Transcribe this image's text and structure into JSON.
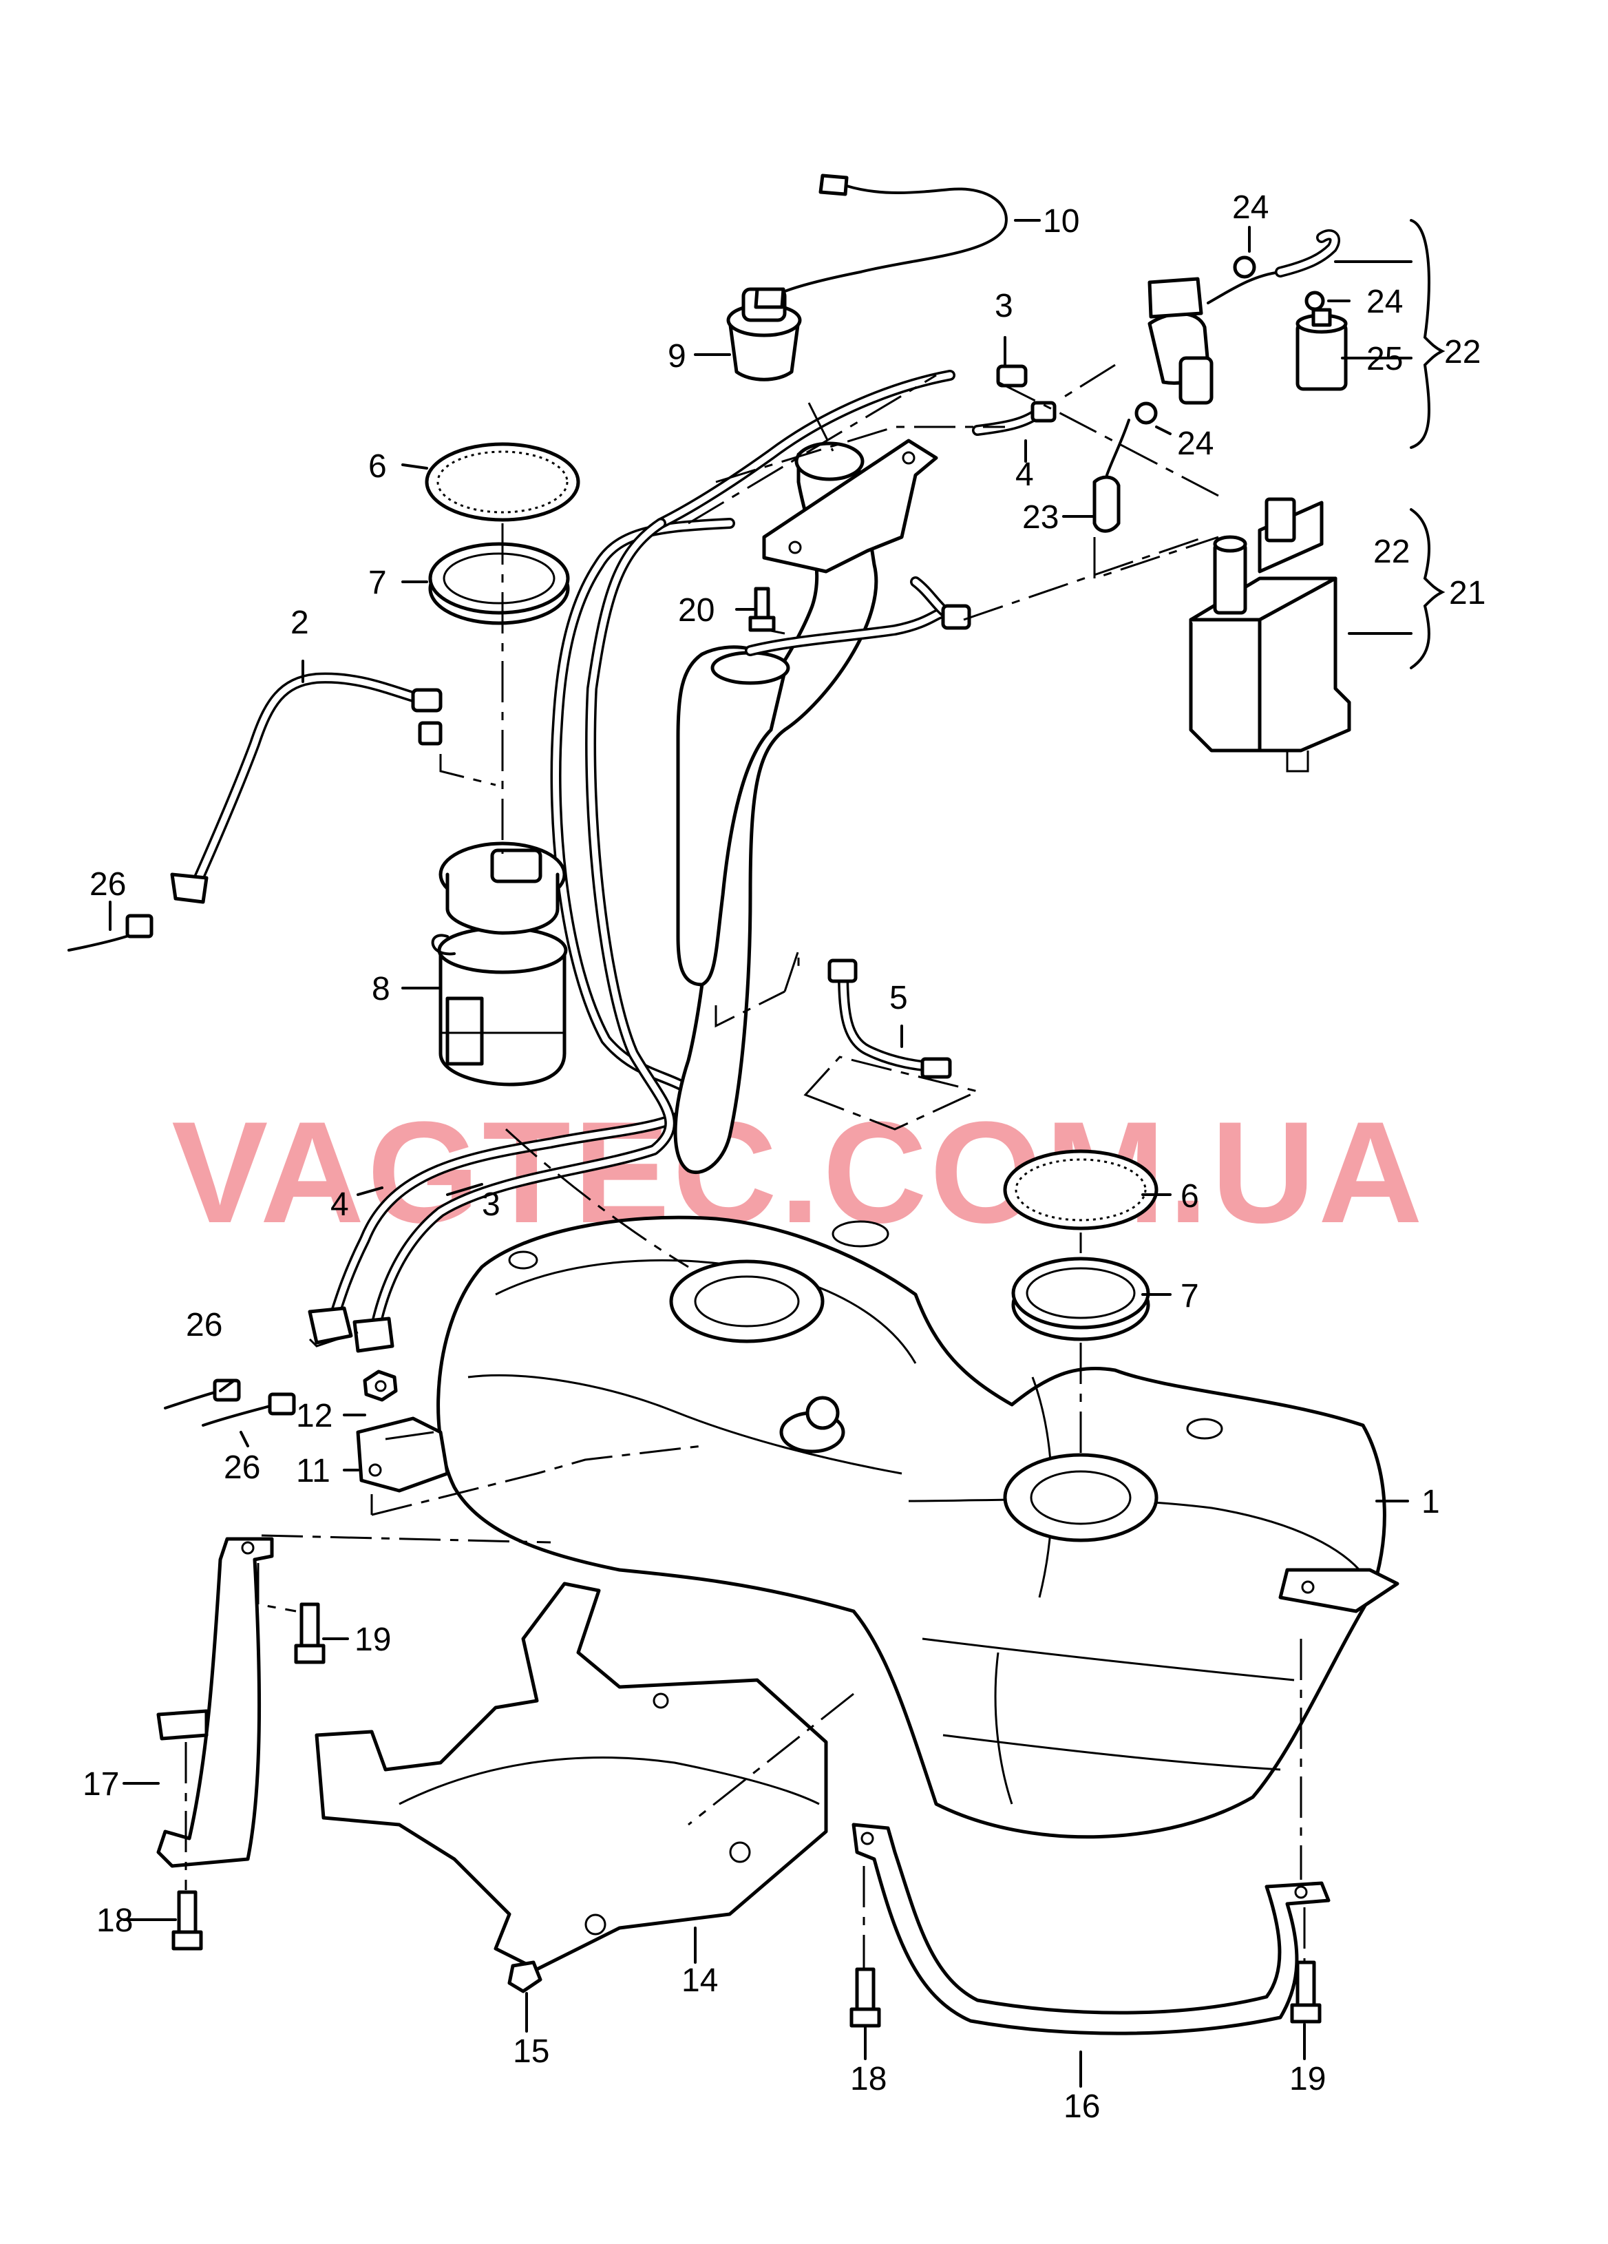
{
  "watermark": "VAGTEC.COM.UA",
  "callouts": {
    "c1": "1",
    "c2": "2",
    "c3a": "3",
    "c3b": "3",
    "c4a": "4",
    "c4b": "4",
    "c5": "5",
    "c6a": "6",
    "c6b": "6",
    "c7a": "7",
    "c7b": "7",
    "c8": "8",
    "c9": "9",
    "c10": "10",
    "c11": "11",
    "c12": "12",
    "c14": "14",
    "c15": "15",
    "c16": "16",
    "c17": "17",
    "c18a": "18",
    "c18b": "18",
    "c19a": "19",
    "c19b": "19",
    "c20": "20",
    "c21": "21",
    "c22a": "22",
    "c22b": "22",
    "c23": "23",
    "c24a": "24",
    "c24b": "24",
    "c24c": "24",
    "c25": "25",
    "c26a": "26",
    "c26b": "26",
    "c26c": "26"
  }
}
